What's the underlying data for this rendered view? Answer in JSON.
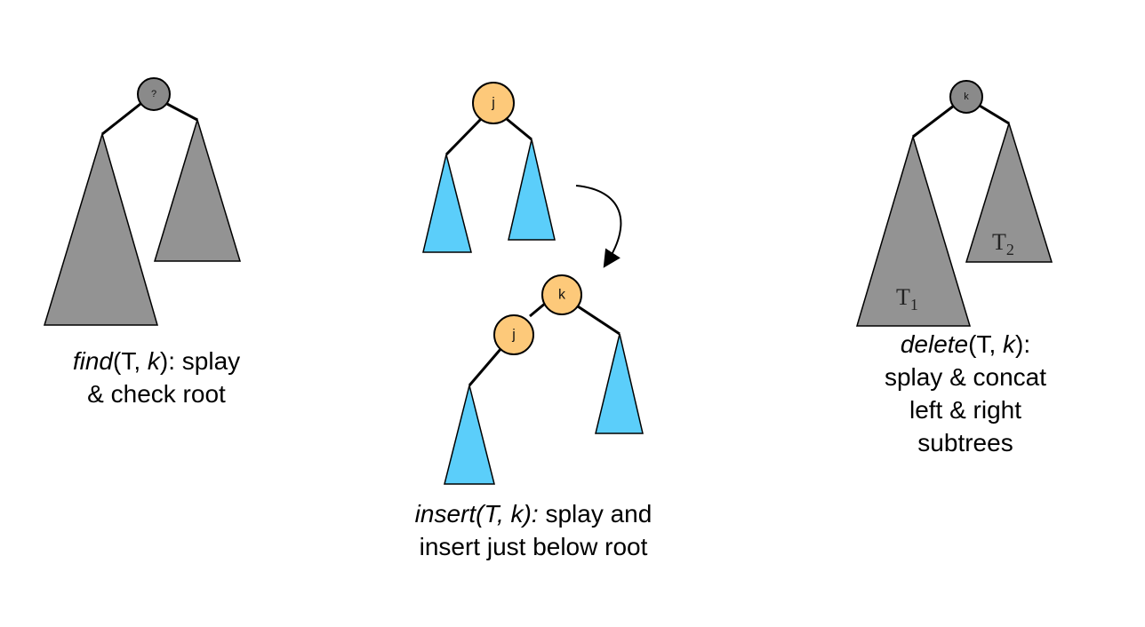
{
  "colors": {
    "gray_node": "#8a8a8a",
    "gray_subtree": "#939393",
    "orange_node": "#fdc97a",
    "blue_subtree": "#5bcefa",
    "stroke": "#000000"
  },
  "find": {
    "root_label": "?",
    "caption": {
      "fn": "find",
      "args_open": "(T, ",
      "arg_k": "k",
      "args_close": "): splay",
      "line2": "& check root"
    }
  },
  "insert": {
    "before_root_label": "j",
    "after_root_label": "k",
    "after_left_label": "j",
    "caption": {
      "line1_italic": "insert(T, k):",
      "line1_rest": " splay and",
      "line2": "insert just below root"
    }
  },
  "delete": {
    "root_label": "k",
    "left_subtree": {
      "letter": "T",
      "sub": "1"
    },
    "right_subtree": {
      "letter": "T",
      "sub": "2"
    },
    "caption": {
      "fn": "delete",
      "args_open": "(T, ",
      "arg_k": "k",
      "args_close": "):",
      "line2": "splay & concat",
      "line3": "left & right",
      "line4": "subtrees"
    }
  }
}
